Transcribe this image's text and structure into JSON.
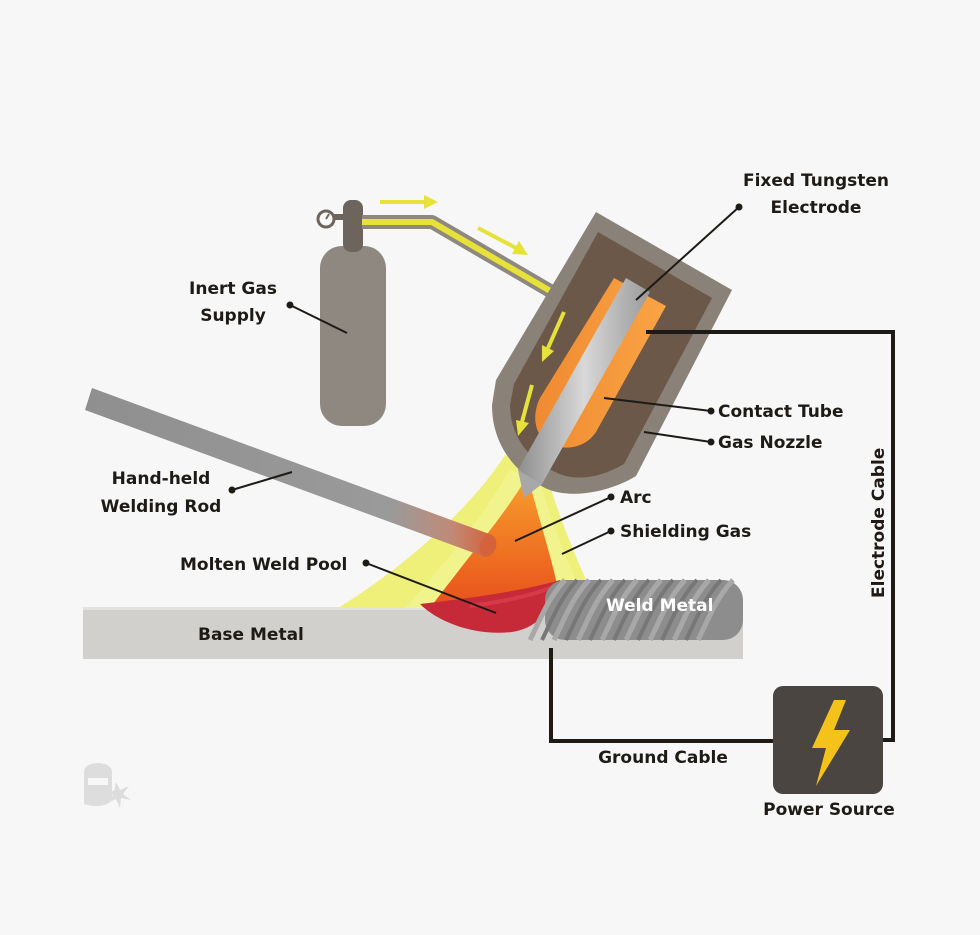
{
  "labels": {
    "fixed_tungsten_line1": "Fixed Tungsten",
    "fixed_tungsten_line2": "Electrode",
    "inert_gas_line1": "Inert Gas",
    "inert_gas_line2": "Supply",
    "contact_tube": "Contact Tube",
    "gas_nozzle": "Gas Nozzle",
    "hand_held_line1": "Hand-held",
    "hand_held_line2": "Welding Rod",
    "arc": "Arc",
    "shielding_gas": "Shielding Gas",
    "molten_weld_pool": "Molten Weld Pool",
    "weld_metal": "Weld Metal",
    "base_metal": "Base Metal",
    "electrode_cable": "Electrode Cable",
    "ground_cable": "Ground Cable",
    "power_source": "Power Source"
  },
  "colors": {
    "background": "#f7f7f7",
    "cylinder": "#8e8880",
    "nozzle_outer": "#8a8278",
    "nozzle_inner": "#6b5848",
    "contact_tube": "#f7913a",
    "electrode": "#b9b9b9",
    "shielding_gas": "#eef07a",
    "gas_arrow": "#e6e23a",
    "arc": "#f26a1c",
    "weld_pool": "#c62a38",
    "weld_metal": "#8d8d8d",
    "base_metal": "#d2d0cc",
    "cable": "#1e1a16",
    "power_box": "#4a4541",
    "lightning": "#f5c21c",
    "text": "#1e1a16"
  },
  "icons": {
    "logo": "welding-helmet-spark-icon",
    "power": "lightning-bolt-icon",
    "gauge": "pressure-gauge-icon"
  }
}
